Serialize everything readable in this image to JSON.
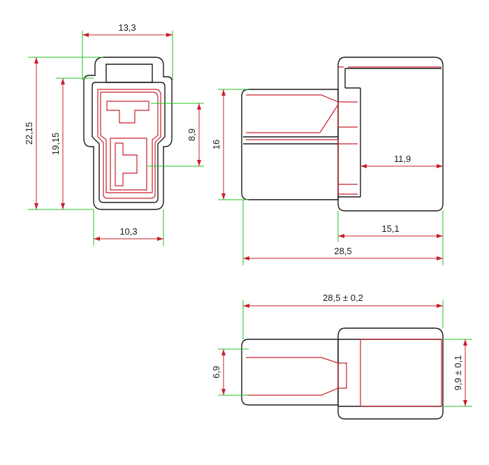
{
  "labels": {
    "front_width_top": "13,3",
    "front_height_outer": "22,15",
    "front_height_inner": "19,15",
    "front_slot_height": "8,9",
    "front_width_bottom": "10,3",
    "side_height": "16",
    "side_depth_inner": "11,9",
    "side_depth_outer": "15,1",
    "side_total_length": "28,5",
    "top_total_length": "28,5 ± 0,2",
    "top_height_small": "6,9",
    "top_height_large": "9,9 ± 0,1"
  },
  "colors": {
    "outline": "#1a1a1a",
    "detail_red": "#c8202a",
    "extension_green": "#22c322"
  }
}
